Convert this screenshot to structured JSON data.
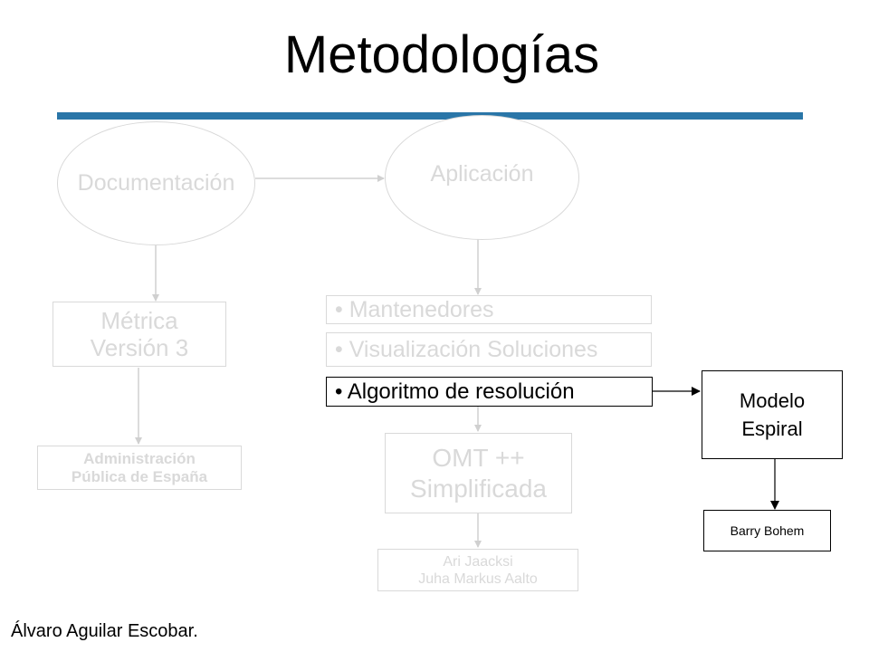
{
  "slide": {
    "title": "Metodologías",
    "footer": "Álvaro Aguilar Escobar."
  },
  "diagram": {
    "documentacion": "Documentación",
    "aplicacion": "Aplicación",
    "metrica": {
      "line1": "Métrica",
      "line2": "Versión 3"
    },
    "administracion": {
      "line1": "Administración",
      "line2": "Pública de España"
    },
    "bullets": [
      "• Mantenedores",
      "• Visualización Soluciones",
      "• Algoritmo de resolución"
    ],
    "omt": {
      "line1": "OMT ++",
      "line2": "Simplificada"
    },
    "autores_omt": {
      "line1": "Ari Jaacksi",
      "line2": "Juha Markus Aalto"
    },
    "modelo": {
      "line1": "Modelo",
      "line2": "Espiral"
    },
    "autor_modelo": "Barry Bohem"
  },
  "colors": {
    "accent_bar": "#2a76a8",
    "faded": "#d9d9d9",
    "active": "#000000"
  }
}
